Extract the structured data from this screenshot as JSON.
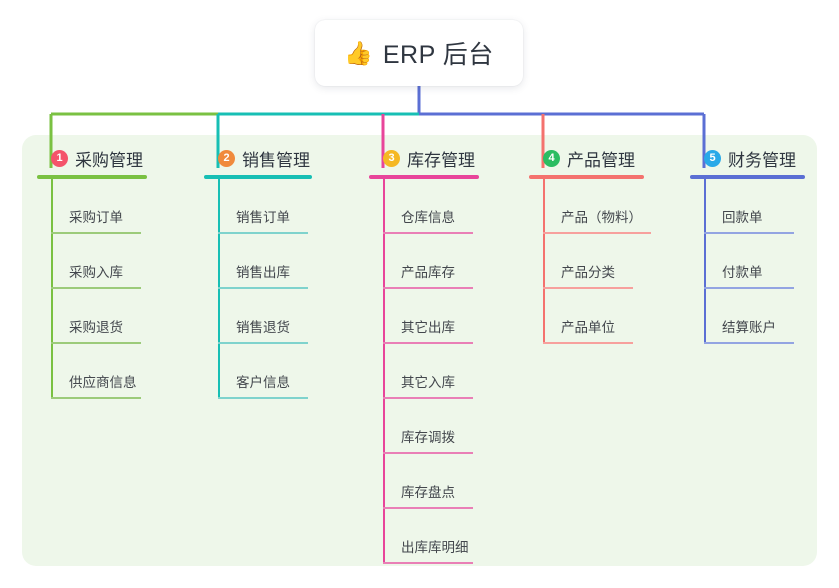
{
  "root": {
    "icon": "thumbs-up-icon",
    "icon_glyph": "👍",
    "label": "ERP 后台"
  },
  "panel": {
    "background": "#eef7ea"
  },
  "colors": {
    "branch_1": "#7ac142",
    "branch_2": "#17bfb4",
    "branch_3": "#e8459a",
    "branch_4": "#f4726e",
    "branch_5": "#5b6fd4",
    "root_stem": "#5b6fd4",
    "badge_1": "#f4536a",
    "badge_2": "#f08a3c",
    "badge_3": "#f5b824",
    "badge_4": "#2bbd62",
    "badge_5": "#29a9e8",
    "title_text": "#2f3640",
    "leaf_text": "#43474d"
  },
  "branches": [
    {
      "number": "1",
      "title": "采购管理",
      "color": "#7ac142",
      "badge_color": "#f4536a",
      "leaf_color": "#9ccb7a",
      "leaves": [
        "采购订单",
        "采购入库",
        "采购退货",
        "供应商信息"
      ]
    },
    {
      "number": "2",
      "title": "销售管理",
      "color": "#17bfb4",
      "badge_color": "#f08a3c",
      "leaf_color": "#7fd3cd",
      "leaves": [
        "销售订单",
        "销售出库",
        "销售退货",
        "客户信息"
      ]
    },
    {
      "number": "3",
      "title": "库存管理",
      "color": "#e8459a",
      "badge_color": "#f5b824",
      "leaf_color": "#e97fb6",
      "leaves": [
        "仓库信息",
        "产品库存",
        "其它出库",
        "其它入库",
        "库存调拨",
        "库存盘点",
        "出库库明细"
      ]
    },
    {
      "number": "4",
      "title": "产品管理",
      "color": "#f4726e",
      "badge_color": "#2bbd62",
      "leaf_color": "#f7a09d",
      "leaves": [
        "产品（物料）",
        "产品分类",
        "产品单位"
      ]
    },
    {
      "number": "5",
      "title": "财务管理",
      "color": "#5b6fd4",
      "badge_color": "#29a9e8",
      "leaf_color": "#93a4e2",
      "leaves": [
        "回款单",
        "付款单",
        "结算账户"
      ]
    }
  ]
}
